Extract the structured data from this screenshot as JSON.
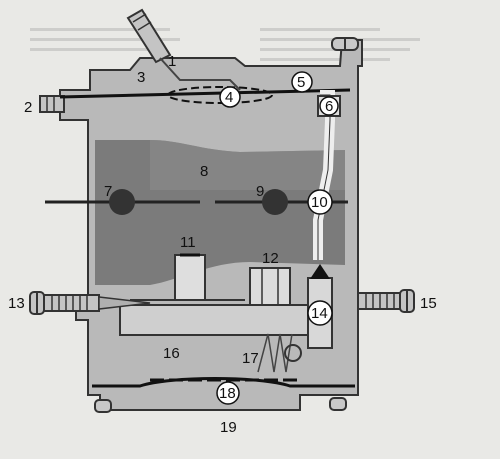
{
  "diagram": {
    "labels": {
      "l1": "1",
      "l2": "2",
      "l3": "3",
      "l4": "4",
      "l5": "5",
      "l6": "6",
      "l7": "7",
      "l8": "8",
      "l9": "9",
      "l10": "10",
      "l11": "11",
      "l12": "12",
      "l13": "13",
      "l14": "14",
      "l15": "15",
      "l16": "16",
      "l17": "17",
      "l18": "18",
      "l19": "19"
    }
  }
}
